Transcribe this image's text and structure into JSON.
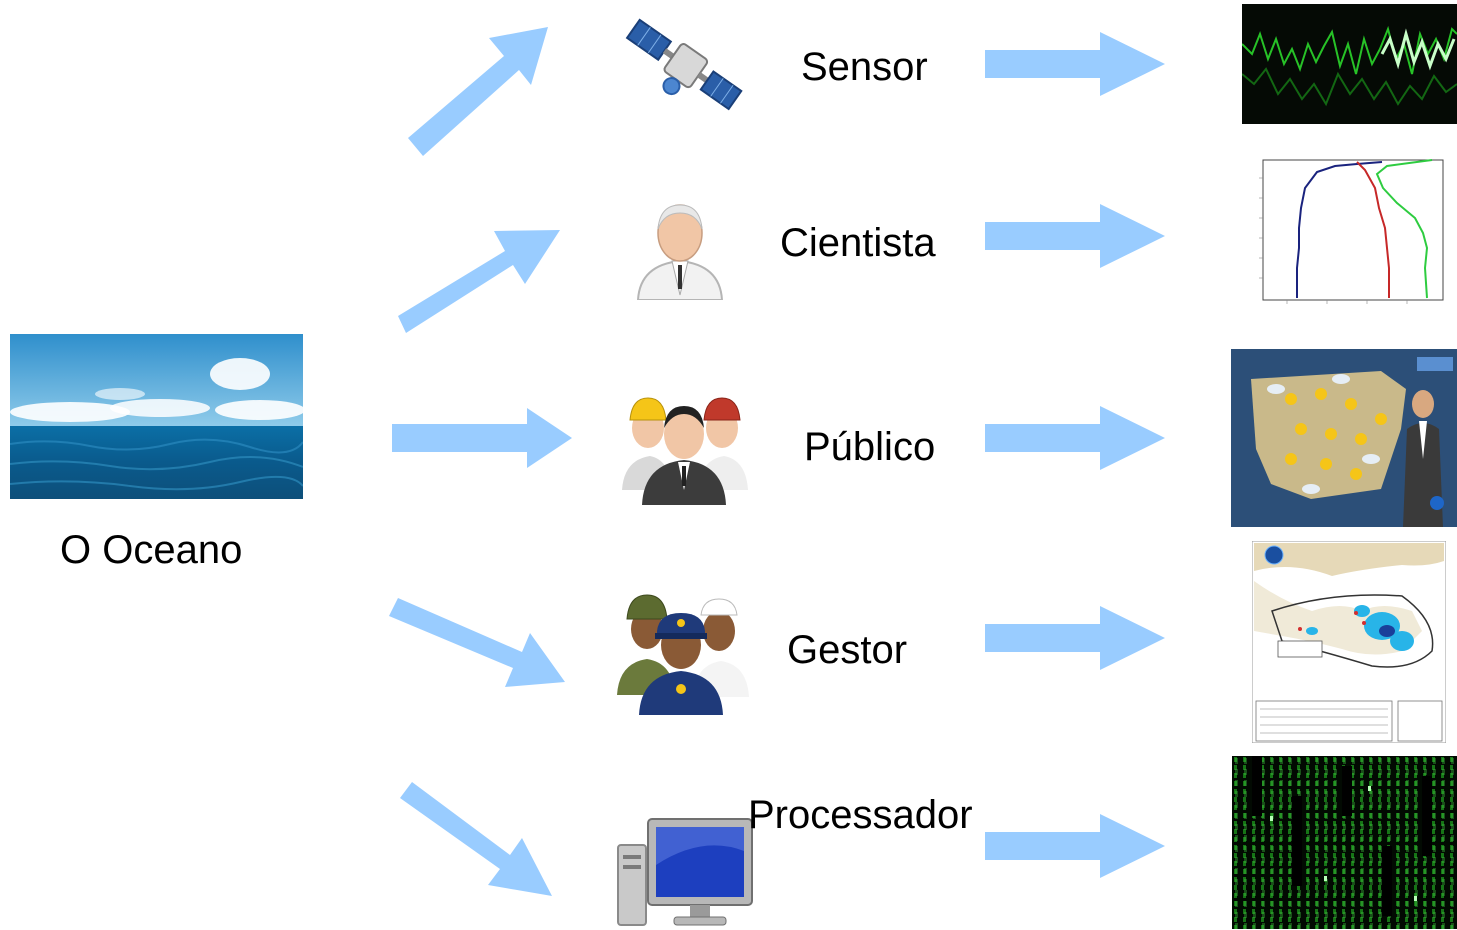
{
  "source": {
    "label": "O Oceano"
  },
  "actors": [
    {
      "label": "Sensor",
      "icon": "satellite-icon"
    },
    {
      "label": "Cientista",
      "icon": "scientist-icon"
    },
    {
      "label": "Público",
      "icon": "public-group-icon"
    },
    {
      "label": "Gestor",
      "icon": "manager-group-icon"
    },
    {
      "label": "Processador",
      "icon": "computer-icon"
    }
  ],
  "colors": {
    "arrow": "#99ccff",
    "ocean": "#0a5c8e",
    "sky": "#4fa7d8"
  }
}
